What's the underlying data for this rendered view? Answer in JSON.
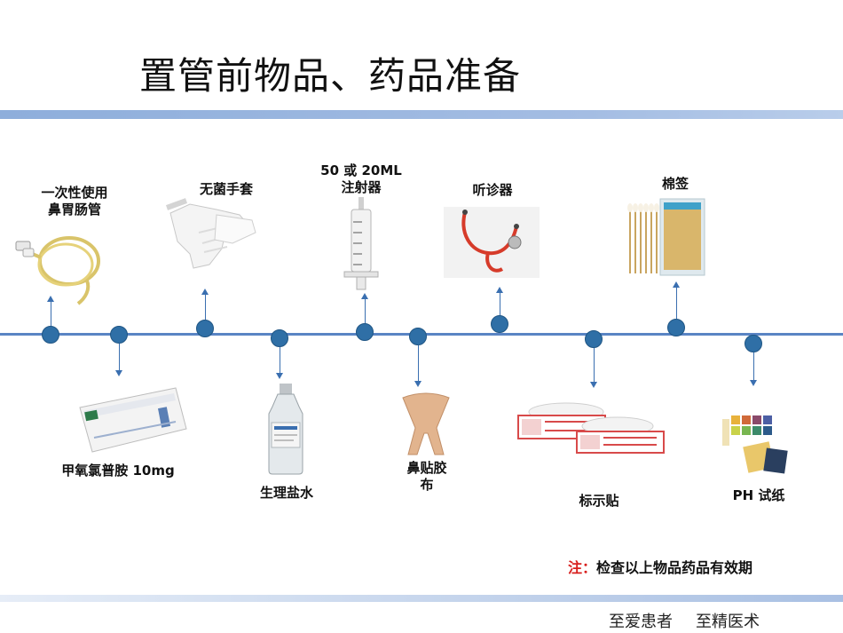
{
  "title": "置管前物品、药品准备",
  "items": [
    {
      "id": "tube",
      "label_lines": [
        "一次性使用",
        "鼻胃肠管"
      ],
      "icon": "nasogastric-tube-icon"
    },
    {
      "id": "gloves",
      "label_lines": [
        "无菌手套"
      ],
      "icon": "sterile-gloves-icon"
    },
    {
      "id": "syringe",
      "label_lines": [
        "50 或 20ML",
        "注射器"
      ],
      "icon": "syringe-icon"
    },
    {
      "id": "stethoscope",
      "label_lines": [
        "听诊器"
      ],
      "icon": "stethoscope-icon"
    },
    {
      "id": "swab",
      "label_lines": [
        "棉签"
      ],
      "icon": "cotton-swab-icon"
    },
    {
      "id": "drug",
      "label_lines": [
        "甲氧氯普胺 10mg"
      ],
      "icon": "medicine-box-icon"
    },
    {
      "id": "saline",
      "label_lines": [
        "生理盐水"
      ],
      "icon": "saline-bottle-icon"
    },
    {
      "id": "tape",
      "label_lines": [
        "鼻贴胶",
        "布"
      ],
      "icon": "nasal-tape-icon"
    },
    {
      "id": "sticker",
      "label_lines": [
        "标示贴"
      ],
      "icon": "label-sticker-icon"
    },
    {
      "id": "ph",
      "label_lines": [
        "PH 试纸"
      ],
      "icon": "ph-paper-icon"
    }
  ],
  "note": {
    "prefix": "注：",
    "text": "检查以上物品药品有效期"
  },
  "footer": [
    "至爱患者",
    "至精医术"
  ],
  "colors": {
    "timeline": "#5a84c4",
    "dot": "#2f6fa6",
    "note_prefix": "#d8201e",
    "band": "#8eaedb"
  }
}
